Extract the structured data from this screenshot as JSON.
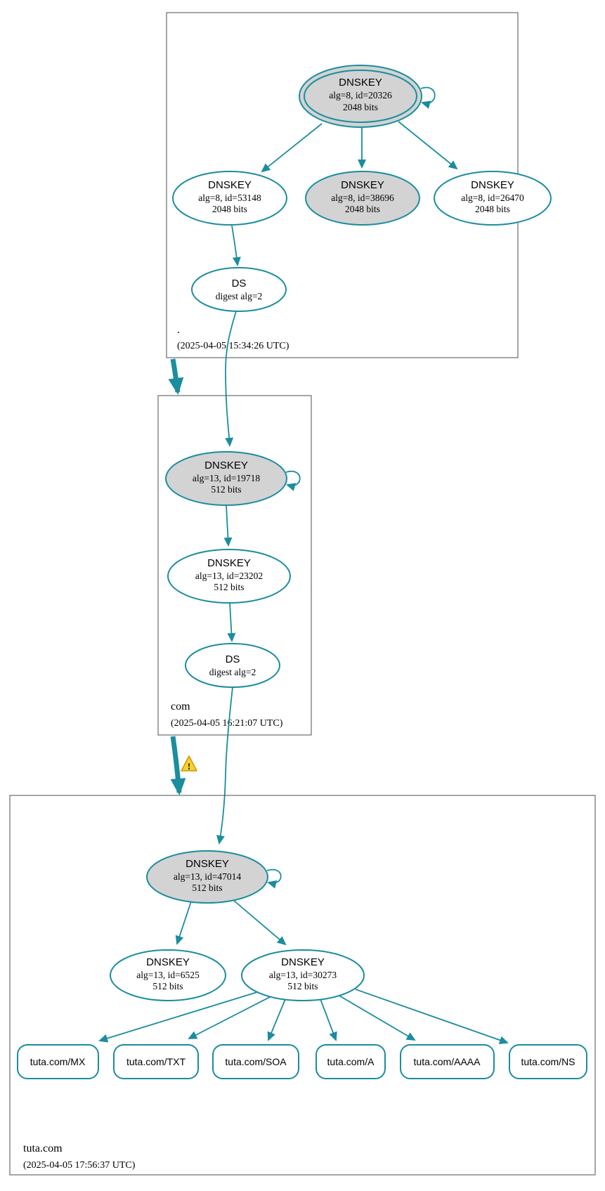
{
  "colors": {
    "edge_teal": "#1a8d9e",
    "node_fill_highlighted": "#d3d3d3",
    "node_fill_default": "#ffffff",
    "warning_yellow": "#f8d12e",
    "box_border": "#4d4d4d"
  },
  "warning": {
    "mark": "!"
  },
  "zones": [
    {
      "label": ".",
      "timestamp": "(2025-04-05 15:34:26 UTC)",
      "nodes": {
        "ksk": {
          "type": "DNSKEY",
          "detail": "alg=8, id=20326",
          "bits": "2048 bits"
        },
        "zsk_left": {
          "type": "DNSKEY",
          "detail": "alg=8, id=53148",
          "bits": "2048 bits"
        },
        "zsk_mid": {
          "type": "DNSKEY",
          "detail": "alg=8, id=38696",
          "bits": "2048 bits"
        },
        "zsk_right": {
          "type": "DNSKEY",
          "detail": "alg=8, id=26470",
          "bits": "2048 bits"
        },
        "ds": {
          "type": "DS",
          "detail": "digest alg=2"
        }
      }
    },
    {
      "label": "com",
      "timestamp": "(2025-04-05 16:21:07 UTC)",
      "nodes": {
        "ksk": {
          "type": "DNSKEY",
          "detail": "alg=13, id=19718",
          "bits": "512 bits"
        },
        "zsk": {
          "type": "DNSKEY",
          "detail": "alg=13, id=23202",
          "bits": "512 bits"
        },
        "ds": {
          "type": "DS",
          "detail": "digest alg=2"
        }
      }
    },
    {
      "label": "tuta.com",
      "timestamp": "(2025-04-05 17:56:37 UTC)",
      "nodes": {
        "ksk": {
          "type": "DNSKEY",
          "detail": "alg=13, id=47014",
          "bits": "512 bits"
        },
        "zsk_left": {
          "type": "DNSKEY",
          "detail": "alg=13, id=6525",
          "bits": "512 bits"
        },
        "zsk_right": {
          "type": "DNSKEY",
          "detail": "alg=13, id=30273",
          "bits": "512 bits"
        }
      },
      "rrsets": [
        "tuta.com/MX",
        "tuta.com/TXT",
        "tuta.com/SOA",
        "tuta.com/A",
        "tuta.com/AAAA",
        "tuta.com/NS"
      ]
    }
  ]
}
